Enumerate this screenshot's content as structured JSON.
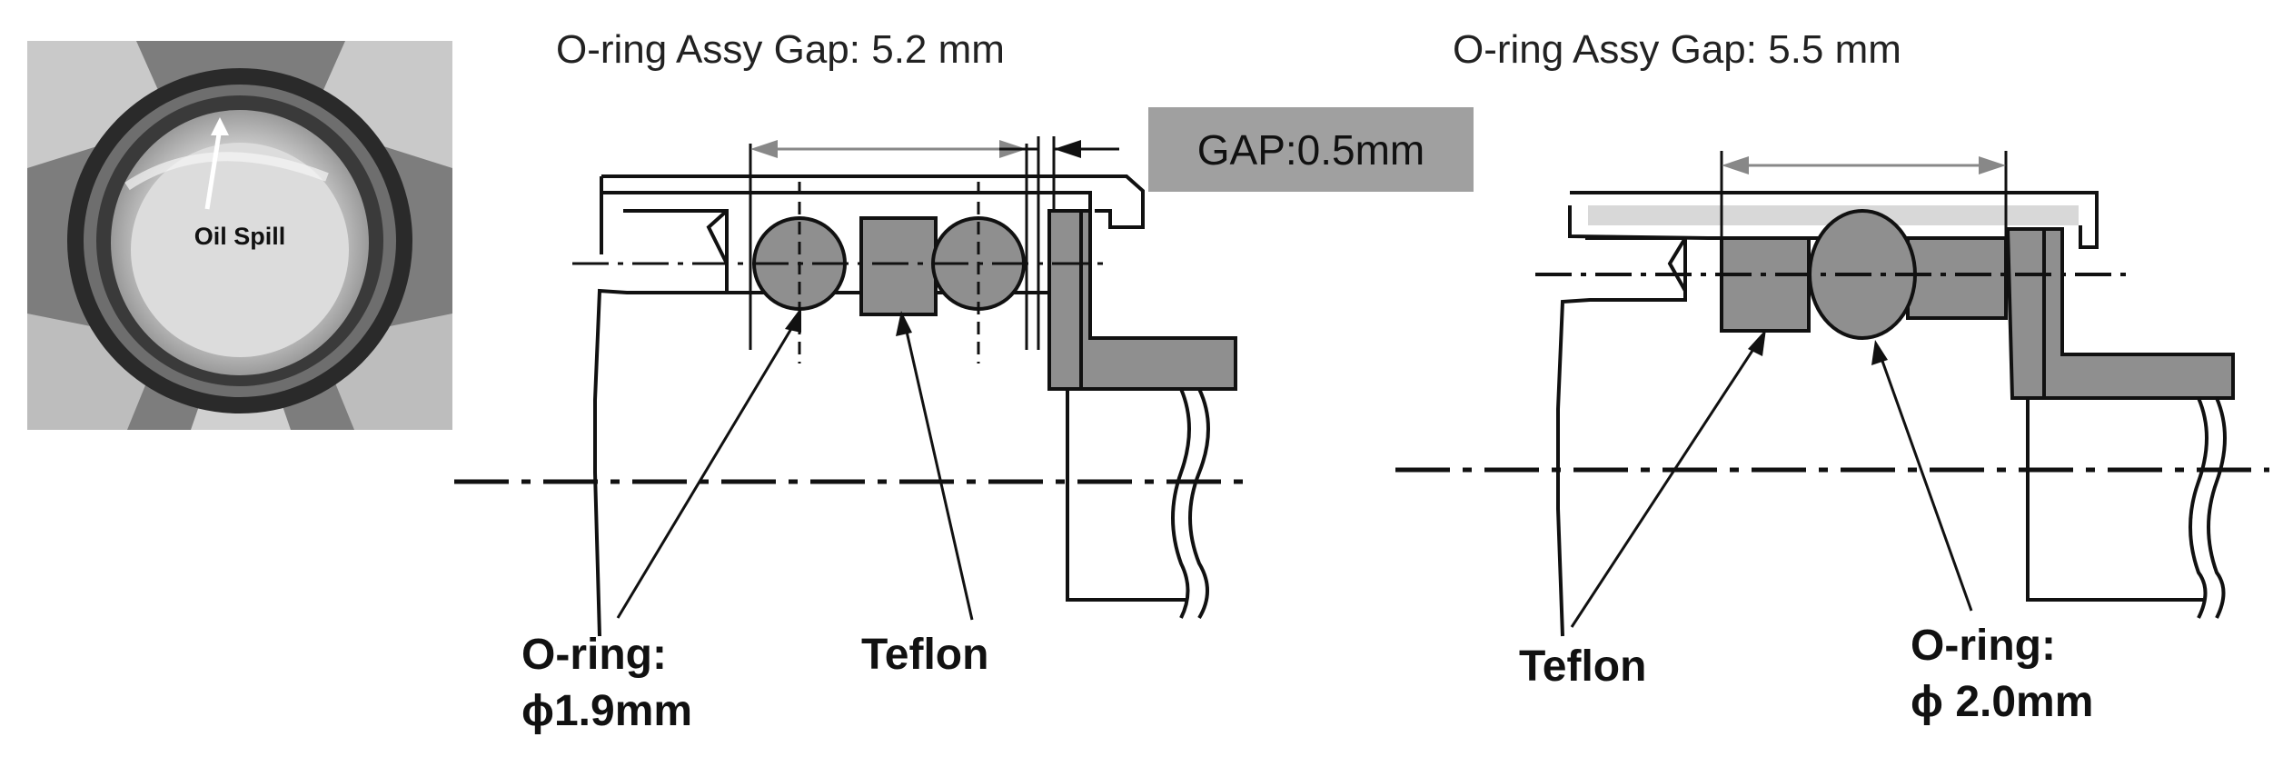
{
  "photo": {
    "label": "Oil Spill"
  },
  "left_diagram": {
    "title": "O-ring Assy Gap: 5.2 mm",
    "gap_label": "GAP:0.5mm",
    "oring_label": "O-ring:",
    "oring_size": "ϕ1.9mm",
    "teflon_label": "Teflon"
  },
  "right_diagram": {
    "title": "O-ring Assy Gap: 5.5 mm",
    "teflon_label": "Teflon",
    "oring_label": "O-ring:",
    "oring_size": "ϕ 2.0mm"
  },
  "colors": {
    "component_fill": "#8f8f8f",
    "line": "#111111",
    "gap_box": "#a0a0a0",
    "text": "#222222"
  }
}
